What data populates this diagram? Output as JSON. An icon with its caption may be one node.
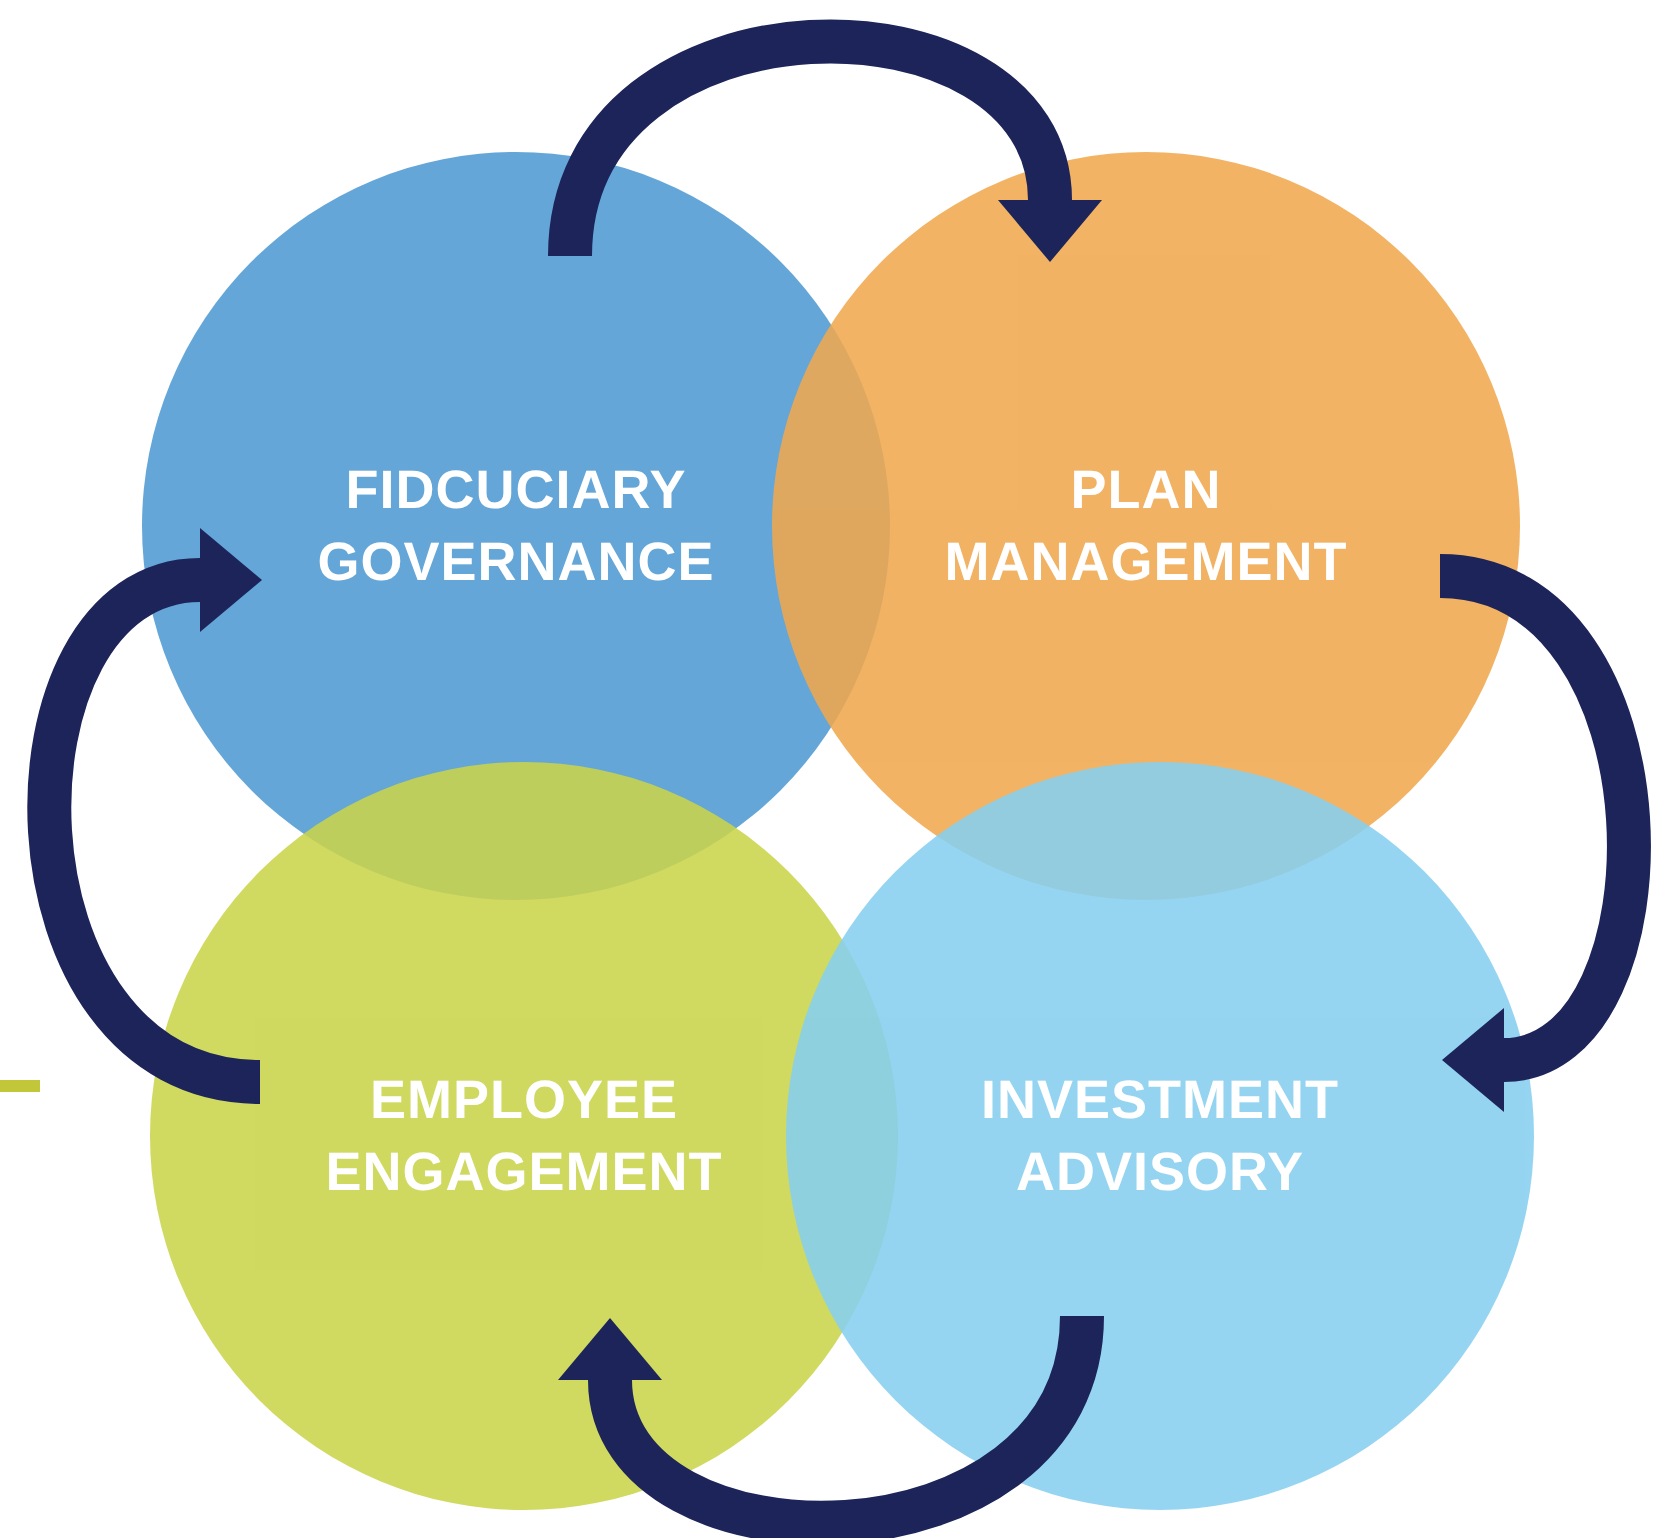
{
  "diagram": {
    "nodes": [
      {
        "text": [
          "FIDCUCIARY GOVERNANCE"
        ]
      },
      {
        "text": [
          "PLAN MANAGEMENT"
        ]
      },
      {
        "text": [
          "EMPLOYEE ENGAGEMENT"
        ]
      },
      {
        "text": [
          "INVESTMENT ADVISORY"
        ]
      }
    ],
    "edges": [
      {
        "from": 0,
        "to": 1,
        "arrow": "to"
      },
      {
        "from": 1,
        "to": 3,
        "arrow": "to"
      },
      {
        "from": 3,
        "to": 2,
        "arrow": "to"
      },
      {
        "from": 2,
        "to": 0,
        "arrow": "to"
      }
    ]
  }
}
